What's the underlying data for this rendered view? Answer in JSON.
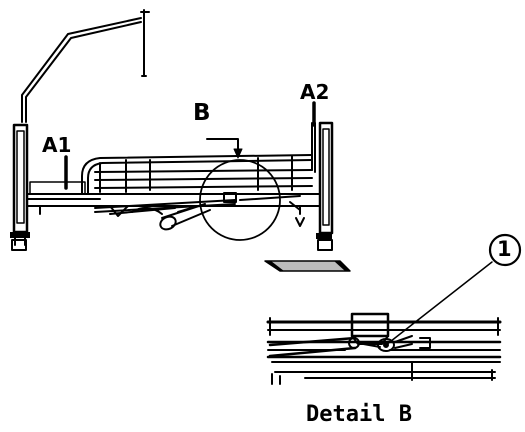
{
  "labels": {
    "a1": "A1",
    "a2": "A2",
    "b": "B",
    "callout": "1",
    "detail": "Detail B"
  },
  "colors": {
    "ink": "#000000",
    "paper": "#ffffff"
  }
}
